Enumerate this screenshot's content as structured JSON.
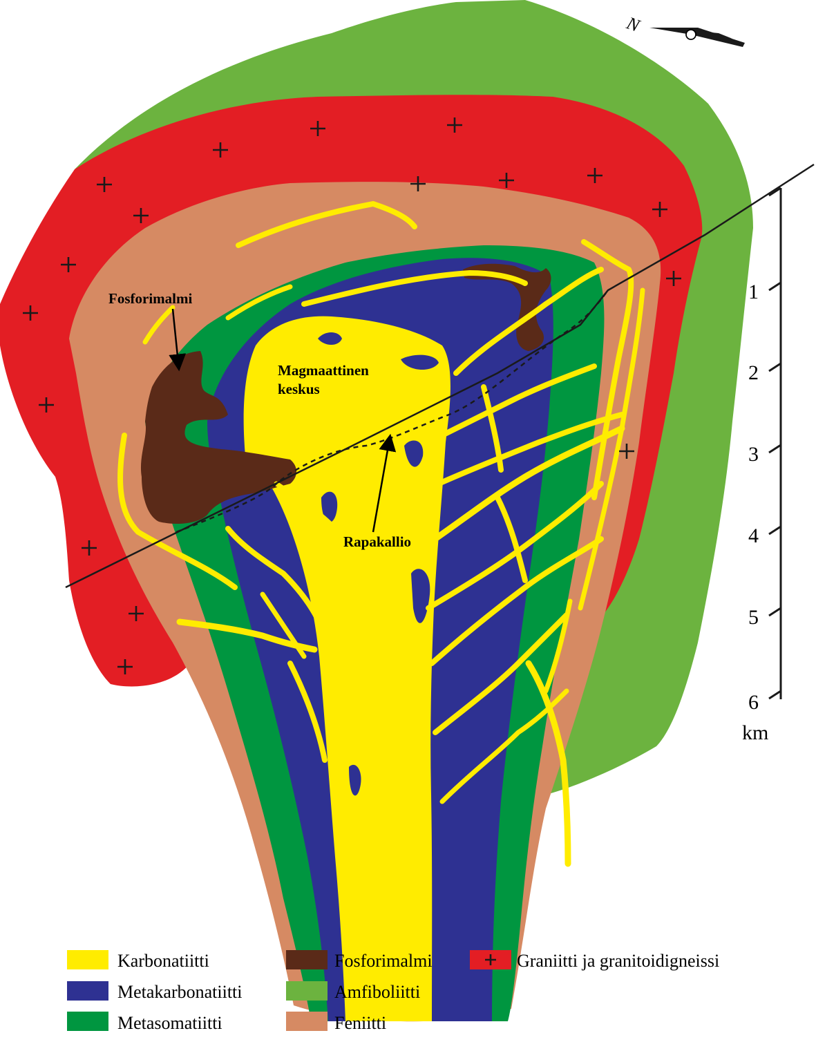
{
  "labels": {
    "fosforimalmi": "Fosforimalmi",
    "centre_line1": "Magmaattinen",
    "centre_line2": "keskus",
    "rapakallio": "Rapakallio",
    "north": "N"
  },
  "scale": {
    "ticks": [
      "1",
      "2",
      "3",
      "4",
      "5",
      "6"
    ],
    "unit": "km"
  },
  "colors": {
    "karbonatiitti": "#ffec00",
    "metakarbonatiitti": "#2e3192",
    "metasomatiitti": "#009640",
    "fosforimalmi": "#5a2a18",
    "amfiboliitti": "#6cb33f",
    "feniitti": "#d68a63",
    "graniitti": "#e31e24"
  },
  "legend": [
    {
      "label": "Karbonatiitti",
      "color": "#ffec00"
    },
    {
      "label": "Metakarbonatiitti",
      "color": "#2e3192"
    },
    {
      "label": "Metasomatiitti",
      "color": "#009640"
    },
    {
      "label": "Fosforimalmi",
      "color": "#5a2a18"
    },
    {
      "label": "Amfiboliitti",
      "color": "#6cb33f"
    },
    {
      "label": "Feniitti",
      "color": "#d68a63"
    },
    {
      "label": "Graniitti ja granitoidigneissi",
      "color": "#e31e24",
      "symbol": "plus"
    }
  ]
}
